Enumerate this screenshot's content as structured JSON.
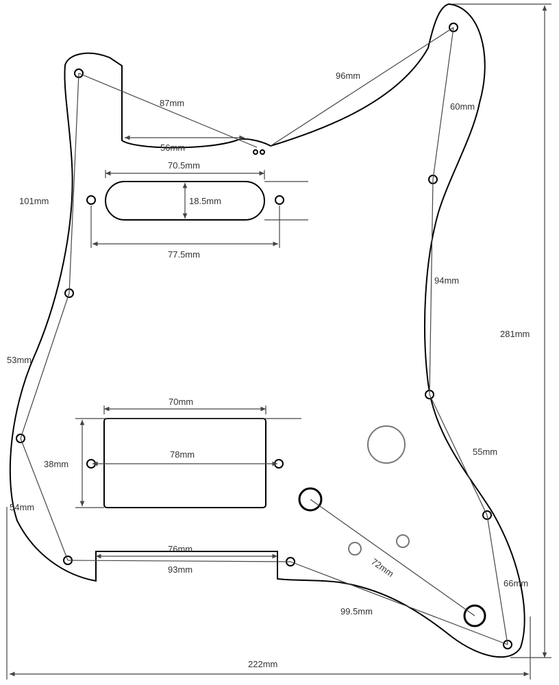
{
  "labels": {
    "mm87": "87mm",
    "mm96": "96mm",
    "mm60": "60mm",
    "mm56": "56mm",
    "mm70_5": "70.5mm",
    "mm101": "101mm",
    "mm18_5": "18.5mm",
    "mm77_5": "77.5mm",
    "mm94": "94mm",
    "mm281": "281mm",
    "mm53": "53mm",
    "mm70": "70mm",
    "mm38": "38mm",
    "mm78": "78mm",
    "mm55": "55mm",
    "mm54": "54mm",
    "mm76": "76mm",
    "mm93": "93mm",
    "mm72": "72mm",
    "mm66": "66mm",
    "mm99_5": "99.5mm",
    "mm222": "222mm"
  },
  "colors": {
    "outline": "#000000",
    "dimension": "#444444",
    "faint_circle": "#777777"
  }
}
